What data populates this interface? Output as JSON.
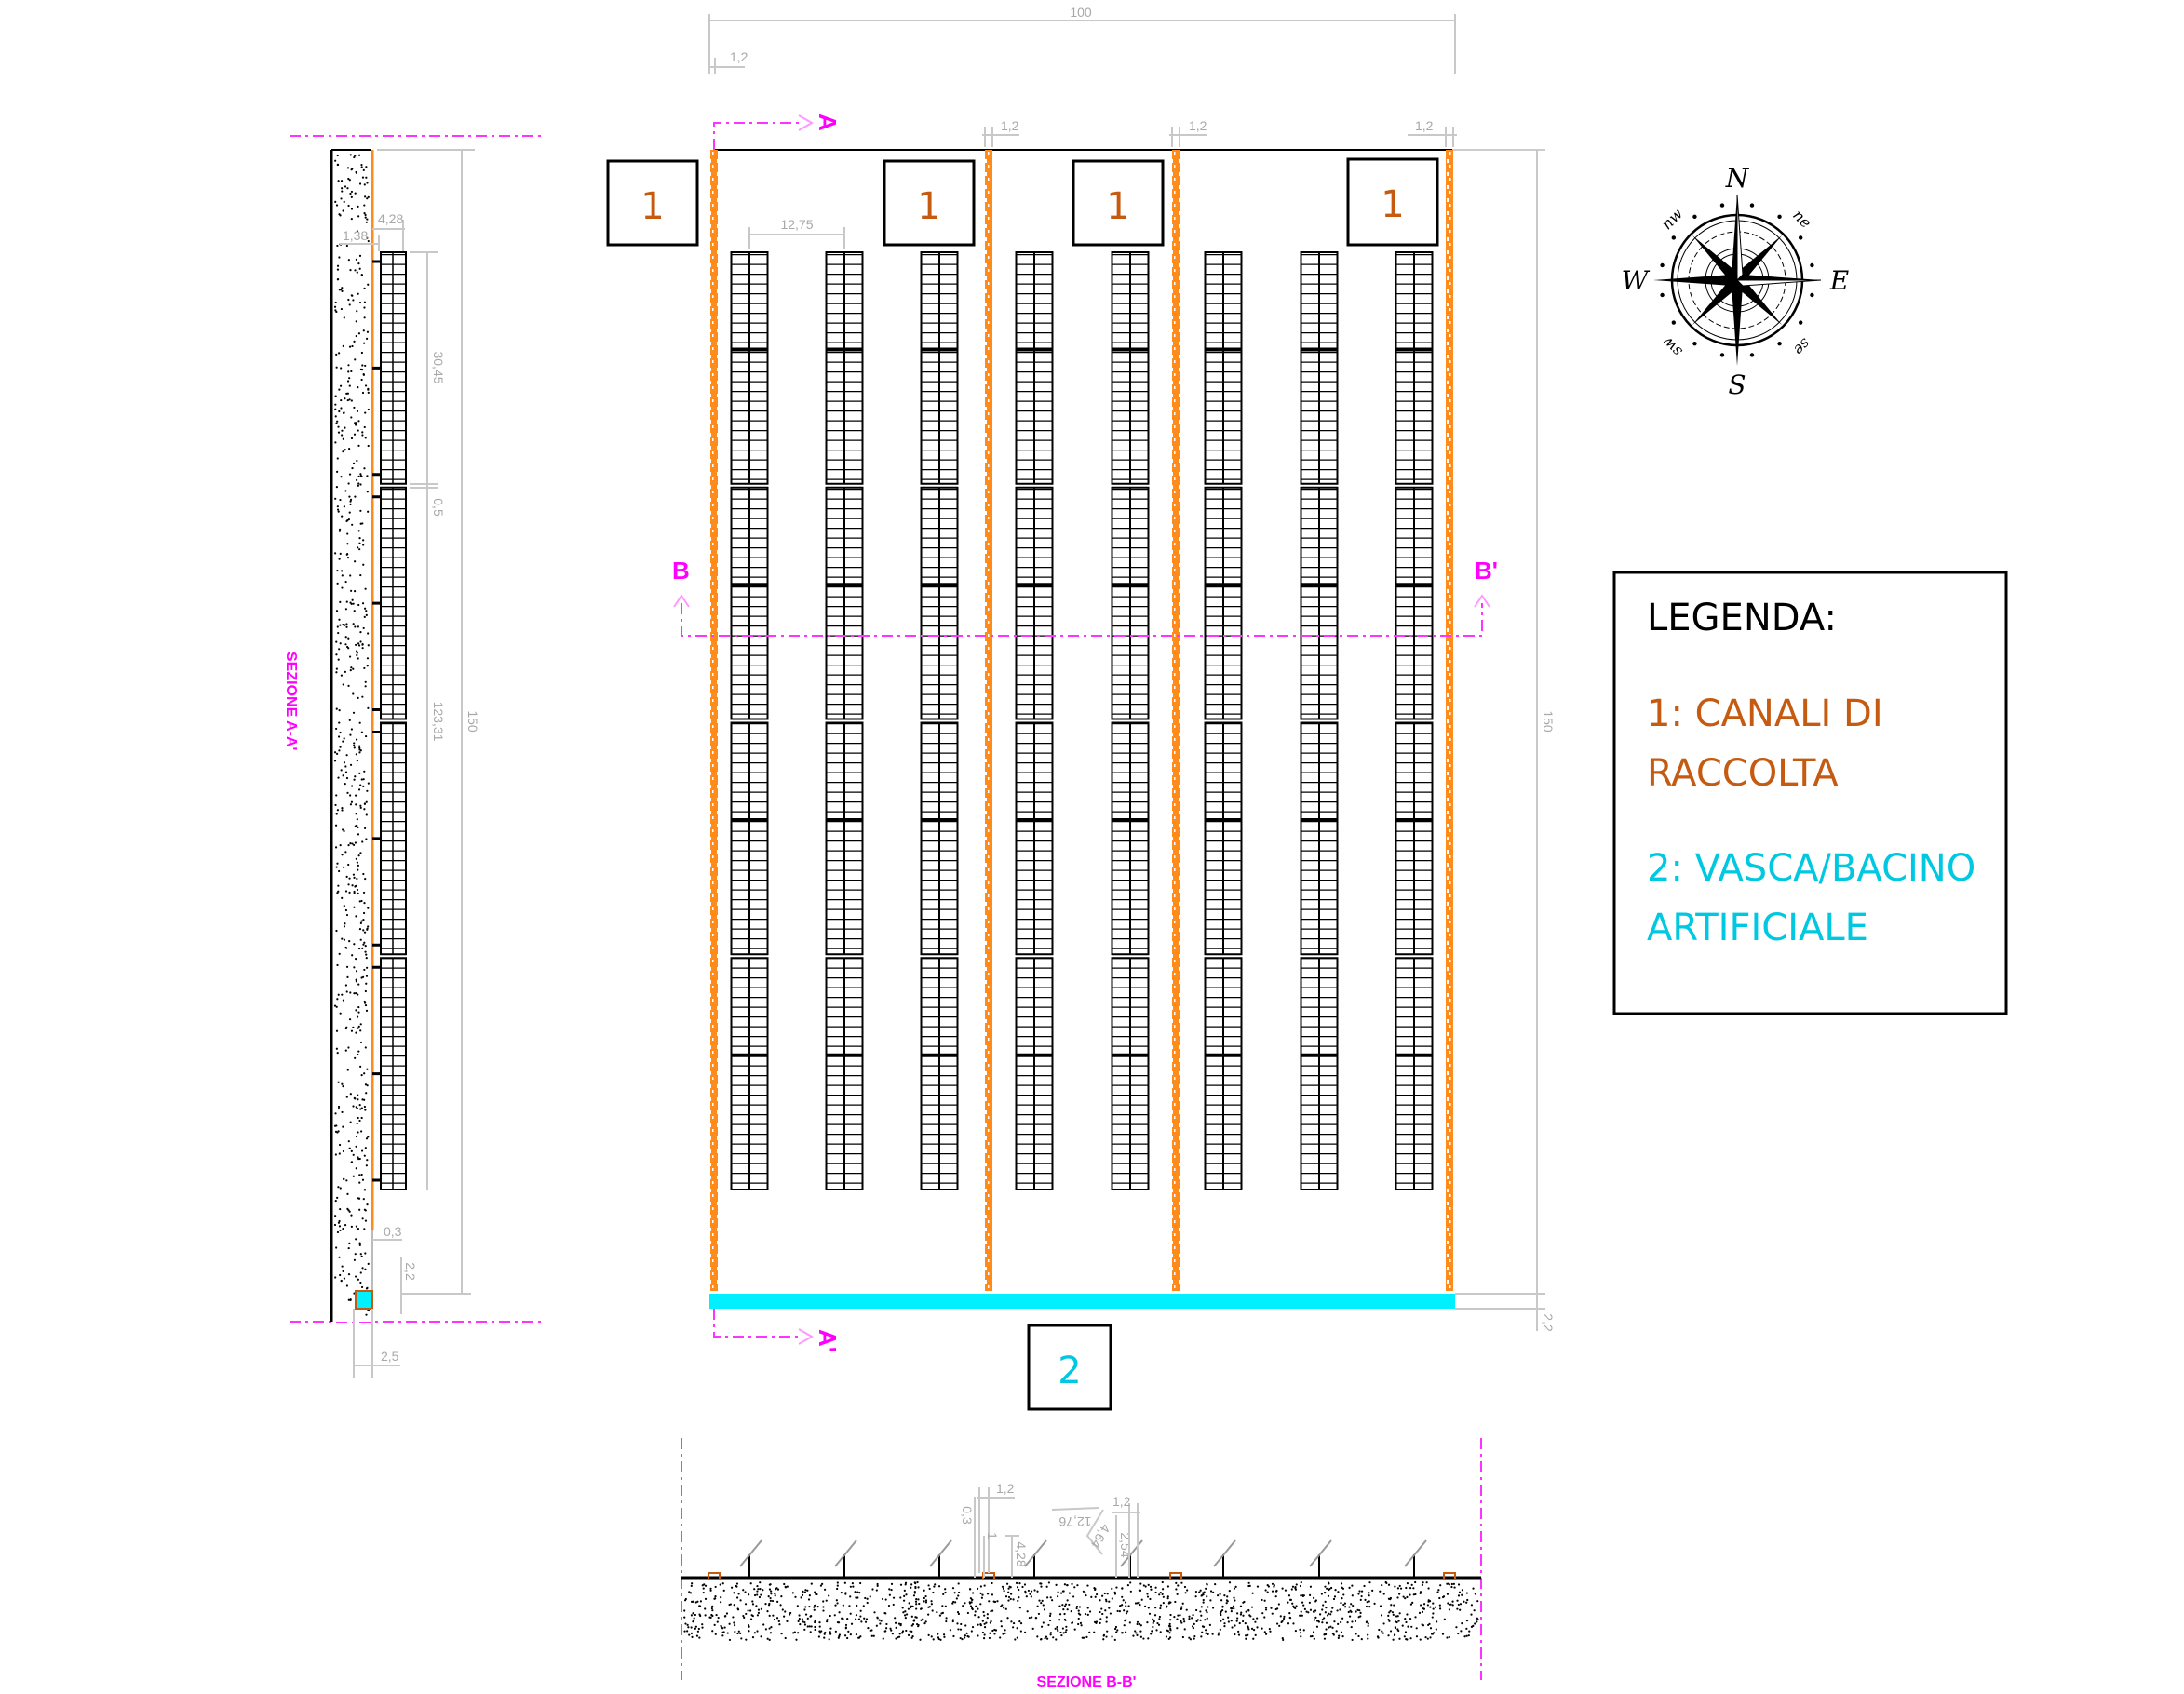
{
  "colors": {
    "channel": "#ff8c1a",
    "channel_label": "#c55a11",
    "basin": "#00f0ff",
    "basin_label": "#00c8e0",
    "section": "#ff00ff",
    "dimension": "#b0b0b0"
  },
  "plan": {
    "dim_total_width": "100",
    "dim_channel_width": "1,2",
    "dim_row_spacing": "12,75",
    "dim_total_length": "150",
    "dim_basin_width": "2,2",
    "channel_markers": [
      "1",
      "1",
      "1",
      "1"
    ],
    "basin_marker": "2",
    "section_a_start": "A",
    "section_a_end": "A'",
    "section_b_start": "B",
    "section_b_end": "B'",
    "panel_rows": 8,
    "panel_blocks": 4
  },
  "section_aa": {
    "title": "SEZIONE A-A'",
    "dims": {
      "d1": "4,28",
      "d2": "1,38",
      "d3": "30,45",
      "d4": "0,5",
      "d5": "123,31",
      "d6": "150",
      "d7": "0,3",
      "d8": "2,2",
      "d9": "2,5"
    }
  },
  "section_bb": {
    "title": "SEZIONE B-B'",
    "dims": {
      "d1": "1,2",
      "d2": "0,3",
      "d3": "1",
      "d4": "4,28",
      "d5": "12,76",
      "d6": "4,64",
      "d7": "2,54",
      "d8": "1,2"
    }
  },
  "compass": {
    "n": "N",
    "s": "S",
    "e": "E",
    "w": "W",
    "ne": "ne",
    "nw": "nw",
    "se": "se",
    "sw": "sw"
  },
  "legend": {
    "title": "LEGENDA:",
    "item1_line1": "1: CANALI DI",
    "item1_line2": "RACCOLTA",
    "item2_line1": "2: VASCA/BACINO",
    "item2_line2": "ARTIFICIALE"
  }
}
